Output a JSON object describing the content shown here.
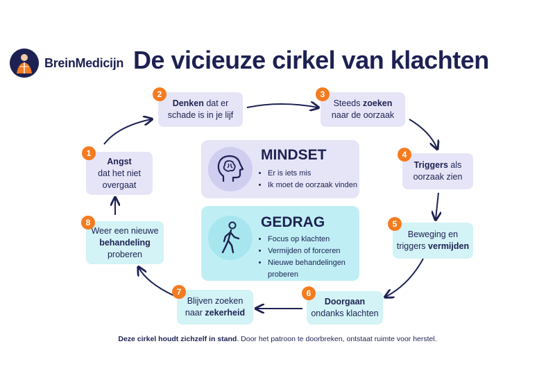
{
  "brand": {
    "name_prefix": "Brein",
    "name_suffix": "Medicijn"
  },
  "title": "De vicieuze cirkel van klachten",
  "steps": [
    {
      "number": "1",
      "bold": "Angst",
      "text_after": "dat het niet overgaat"
    },
    {
      "number": "2",
      "bold": "Denken",
      "text_after": "dat er schade is in je lijf"
    },
    {
      "number": "3",
      "text_before": "Steeds",
      "bold": "zoeken",
      "text_after": "naar de oorzaak"
    },
    {
      "number": "4",
      "bold": "Triggers",
      "text_after": "als oorzaak zien"
    },
    {
      "number": "5",
      "text_before": "Beweging en triggers",
      "bold": "vermijden"
    },
    {
      "number": "6",
      "bold": "Doorgaan",
      "text_after": "ondanks klachten"
    },
    {
      "number": "7",
      "text_before": "Blijven zoeken naar",
      "bold": "zekerheid"
    },
    {
      "number": "8",
      "text_before": "Weer een nieuwe",
      "bold": "behandeling",
      "text_after": "proberen"
    }
  ],
  "mindset": {
    "title": "MINDSET",
    "icon": "head-brain-icon",
    "items": [
      "Er is iets mis",
      "Ik moet de oorzaak vinden"
    ]
  },
  "gedrag": {
    "title": "GEDRAG",
    "icon": "walking-person-icon",
    "items": [
      "Focus op klachten",
      "Vermijden of forceren",
      "Nieuwe behandelingen proberen"
    ]
  },
  "footer": {
    "bold": "Deze cirkel houdt zichzelf in stand",
    "text": ". Door het patroon te doorbreken, ontstaat ruimte voor herstel."
  },
  "colors": {
    "navy": "#1d2152",
    "orange": "#f47b20",
    "lavender": "#e6e5f7",
    "cyan": "#d3f3f6"
  }
}
